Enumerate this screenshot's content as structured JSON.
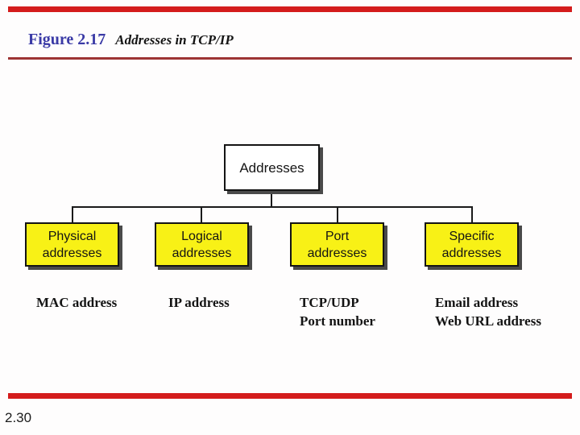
{
  "slide": {
    "figure_label": "Figure 2.17",
    "figure_title": "Addresses in TCP/IP",
    "page_number": "2.30"
  },
  "colors": {
    "accent_red": "#d41c1c",
    "title_rule_dark_red": "#9d3434",
    "figure_label_blue": "#3a3aa6",
    "node_yellow": "#f8f116",
    "node_shadow_gray": "#4a4a4a",
    "text_black": "#141414"
  },
  "diagram": {
    "root_label": "Addresses",
    "children": [
      {
        "line1": "Physical",
        "line2": "addresses"
      },
      {
        "line1": "Logical",
        "line2": "addresses"
      },
      {
        "line1": "Port",
        "line2": "addresses"
      },
      {
        "line1": "Specific",
        "line2": "addresses"
      }
    ],
    "annotations": [
      {
        "line1": "MAC address",
        "line2": ""
      },
      {
        "line1": "IP address",
        "line2": ""
      },
      {
        "line1": "TCP/UDP",
        "line2": "Port number"
      },
      {
        "line1": "Email address",
        "line2": "Web URL address"
      }
    ]
  }
}
